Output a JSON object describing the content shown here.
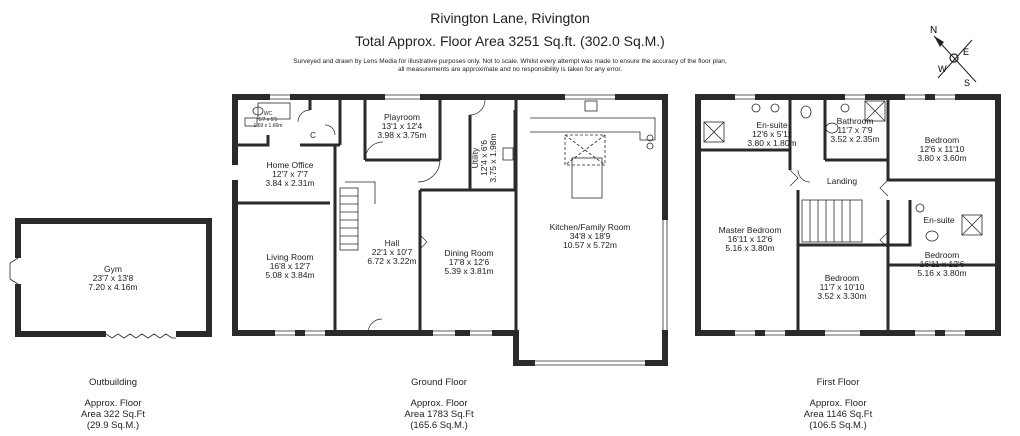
{
  "header": {
    "address": "Rivington Lane, Rivington",
    "total_area": "Total Approx. Floor Area 3251 Sq.ft. (302.0 Sq.M.)",
    "disclaimer_line1": "Surveyed and drawn by Lens Media for illustrative purposes only. Not to scale. Whilst every attempt was made to ensure the accuracy of the floor plan,",
    "disclaimer_line2": "all measurements are approximate and no responsibility is taken for any error."
  },
  "compass": {
    "n": "N",
    "e": "E",
    "s": "S",
    "w": "W"
  },
  "rooms": {
    "gym": {
      "name": "Gym",
      "imperial": "23'7 x 13'8",
      "metric": "7.20 x 4.16m"
    },
    "wc": {
      "name": "WC",
      "imperial": "5'7 x 5'5",
      "metric": "1.69 x 1.66m"
    },
    "cupboard": {
      "name": "C"
    },
    "home_office": {
      "name": "Home Office",
      "imperial": "12'7 x 7'7",
      "metric": "3.84 x 2.31m"
    },
    "living_room": {
      "name": "Living Room",
      "imperial": "16'8 x 12'7",
      "metric": "5.08 x 3.84m"
    },
    "playroom": {
      "name": "Playroom",
      "imperial": "13'1 x 12'4",
      "metric": "3.98 x 3.75m"
    },
    "utility": {
      "name": "Utility",
      "imperial": "12'4 x 6'6",
      "metric": "3.75 x 1.98m"
    },
    "hall": {
      "name": "Hall",
      "imperial": "22'1 x 10'7",
      "metric": "6.72 x 3.22m"
    },
    "dining_room": {
      "name": "Dining Room",
      "imperial": "17'8 x 12'6",
      "metric": "5.39 x 3.81m"
    },
    "kitchen": {
      "name": "Kitchen/Family Room",
      "imperial": "34'8 x 18'9",
      "metric": "10.57 x 5.72m"
    },
    "ensuite1": {
      "name": "En-suite",
      "imperial": "12'6 x 5'11",
      "metric": "3.80 x 1.80m"
    },
    "bathroom": {
      "name": "Bathroom",
      "imperial": "11'7 x 7'9",
      "metric": "3.52 x 2.35m"
    },
    "bedroom_ne": {
      "name": "Bedroom",
      "imperial": "12'6 x 11'10",
      "metric": "3.80 x 3.60m"
    },
    "landing": {
      "name": "Landing"
    },
    "master_bedroom": {
      "name": "Master Bedroom",
      "imperial": "16'11 x 12'6",
      "metric": "5.16 x 3.80m"
    },
    "ensuite2": {
      "name": "En-suite"
    },
    "bedroom_se": {
      "name": "Bedroom",
      "imperial": "16'11 x 12'6",
      "metric": "5.16 x 3.80m"
    },
    "bedroom_s": {
      "name": "Bedroom",
      "imperial": "11'7 x 10'10",
      "metric": "3.52 x 3.30m"
    }
  },
  "floors": [
    {
      "name": "Outbuilding",
      "line1": "Approx. Floor",
      "line2": "Area 322 Sq.Ft",
      "line3": "(29.9 Sq.M.)"
    },
    {
      "name": "Ground Floor",
      "line1": "Approx. Floor",
      "line2": "Area 1783 Sq.Ft",
      "line3": "(165.6 Sq.M.)"
    },
    {
      "name": "First Floor",
      "line1": "Approx. Floor",
      "line2": "Area 1146 Sq.Ft",
      "line3": "(106.5 Sq.M.)"
    }
  ]
}
